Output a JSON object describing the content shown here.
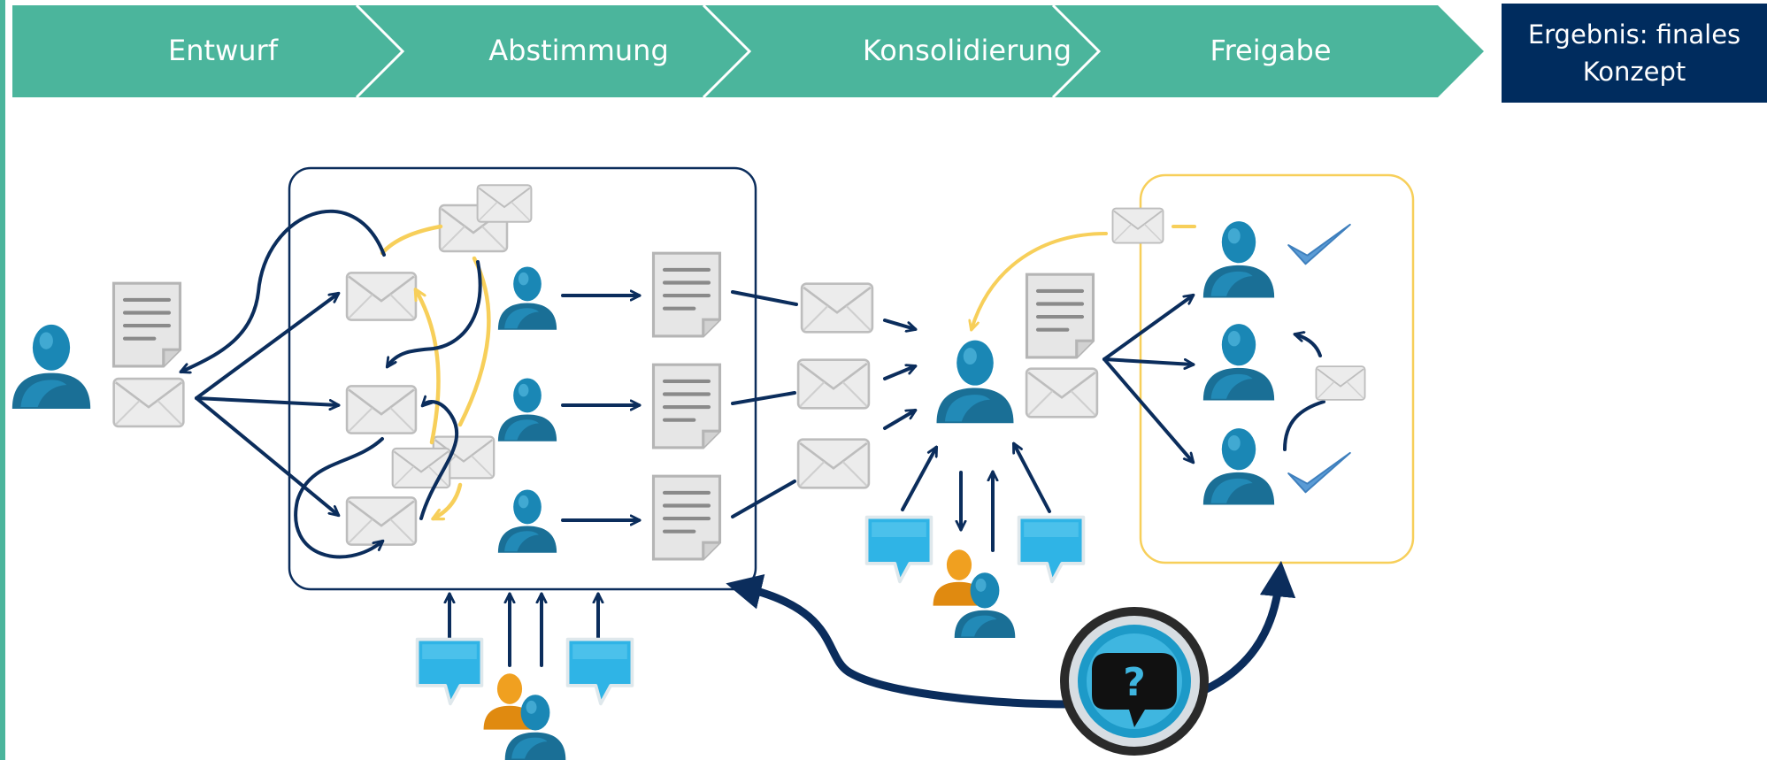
{
  "process": {
    "steps": [
      {
        "label": "Entwurf"
      },
      {
        "label": "Abstimmung"
      },
      {
        "label": "Konsolidierung"
      },
      {
        "label": "Freigabe"
      }
    ],
    "result_label": "Ergebnis: finales Konzept"
  },
  "icons": {
    "help": "?"
  },
  "colors": {
    "chevron": "#4bb59c",
    "result_box": "#002c5e",
    "arrow": "#0b2d5c",
    "feedback_arrow": "#f7cf5a",
    "person": "#1a87b5",
    "approval_frame": "#f7cf5a",
    "checkmark": "#5a9bd5",
    "speech_bubble": "#2fb4e6",
    "person_orange": "#f0a020"
  }
}
